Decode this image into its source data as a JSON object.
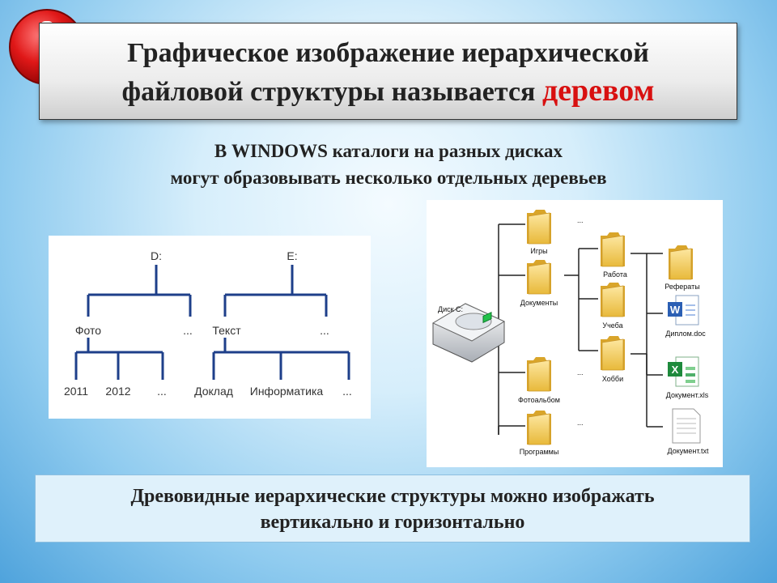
{
  "title": {
    "line1": "Графическое изображение иерархической",
    "line2_prefix": "файловой структуры называется",
    "line2_highlight": "деревом"
  },
  "subtitle": {
    "line1": "В WINDOWS каталоги на разных дисках",
    "line2": "могут образовывать несколько отдельных деревьев"
  },
  "left_tree": {
    "root_d": "D:",
    "root_e": "E:",
    "foto": "Фото",
    "d_more": "...",
    "tekst": "Текст",
    "e_more": "...",
    "y2011": "2011",
    "y2012": "2012",
    "foto_more": "...",
    "doklad": "Доклад",
    "informatika": "Информатика",
    "tekst_more": "..."
  },
  "right_tree": {
    "disk": "Диск С:",
    "igry": "Игры",
    "dokumenty": "Документы",
    "fotoalbom": "Фотоальбом",
    "programmy": "Программы",
    "rabota": "Работа",
    "ucheba": "Учеба",
    "hobbi": "Хобби",
    "referaty": "Рефераты",
    "diplom": "Диплом.doc",
    "dokument_xls": "Документ.xls",
    "dokument_txt": "Документ.txt",
    "more1": "...",
    "more2": "...",
    "more3": "..."
  },
  "bottom": {
    "line1": "Древовидные иерархические структуры можно изображать",
    "line2": "вертикально и горизонтально"
  },
  "colors": {
    "accent_red": "#d81010",
    "folder": "#f2c74a"
  }
}
